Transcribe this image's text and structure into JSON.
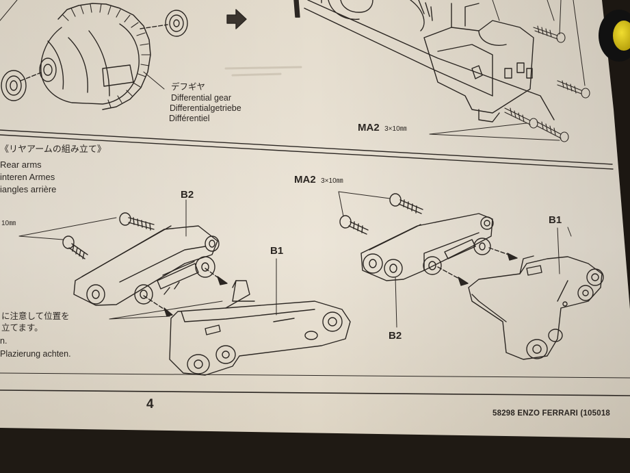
{
  "differential": {
    "jp": "デフギヤ",
    "en": "Differential gear",
    "de": "Differentialgetriebe",
    "fr": "Différentiel"
  },
  "top_screw": {
    "code": "MA2",
    "size": "3×10㎜"
  },
  "section": {
    "jp": "《リヤアームの組み立て》",
    "en": "Rear arms",
    "de": "interen Armes",
    "fr": "iangles arrière"
  },
  "left_assembly": {
    "screw_size": "10㎜",
    "part_b2": "B2",
    "part_b1": "B1",
    "note_jp_1": "に注意して位置を",
    "note_jp_2": "立てます。",
    "note_fr": "n.",
    "note_de": "Plazierung achten."
  },
  "right_assembly": {
    "screw_code": "MA2",
    "screw_size": "3×10㎜",
    "part_b1": "B1",
    "part_b2": "B2"
  },
  "footer": {
    "page_number": "4",
    "code": "58298  ENZO FERRARI (105018"
  },
  "colors": {
    "paper": "#ece5d8",
    "ink": "#2b2622",
    "background": "#1c1712",
    "knob": "#d8c418"
  }
}
